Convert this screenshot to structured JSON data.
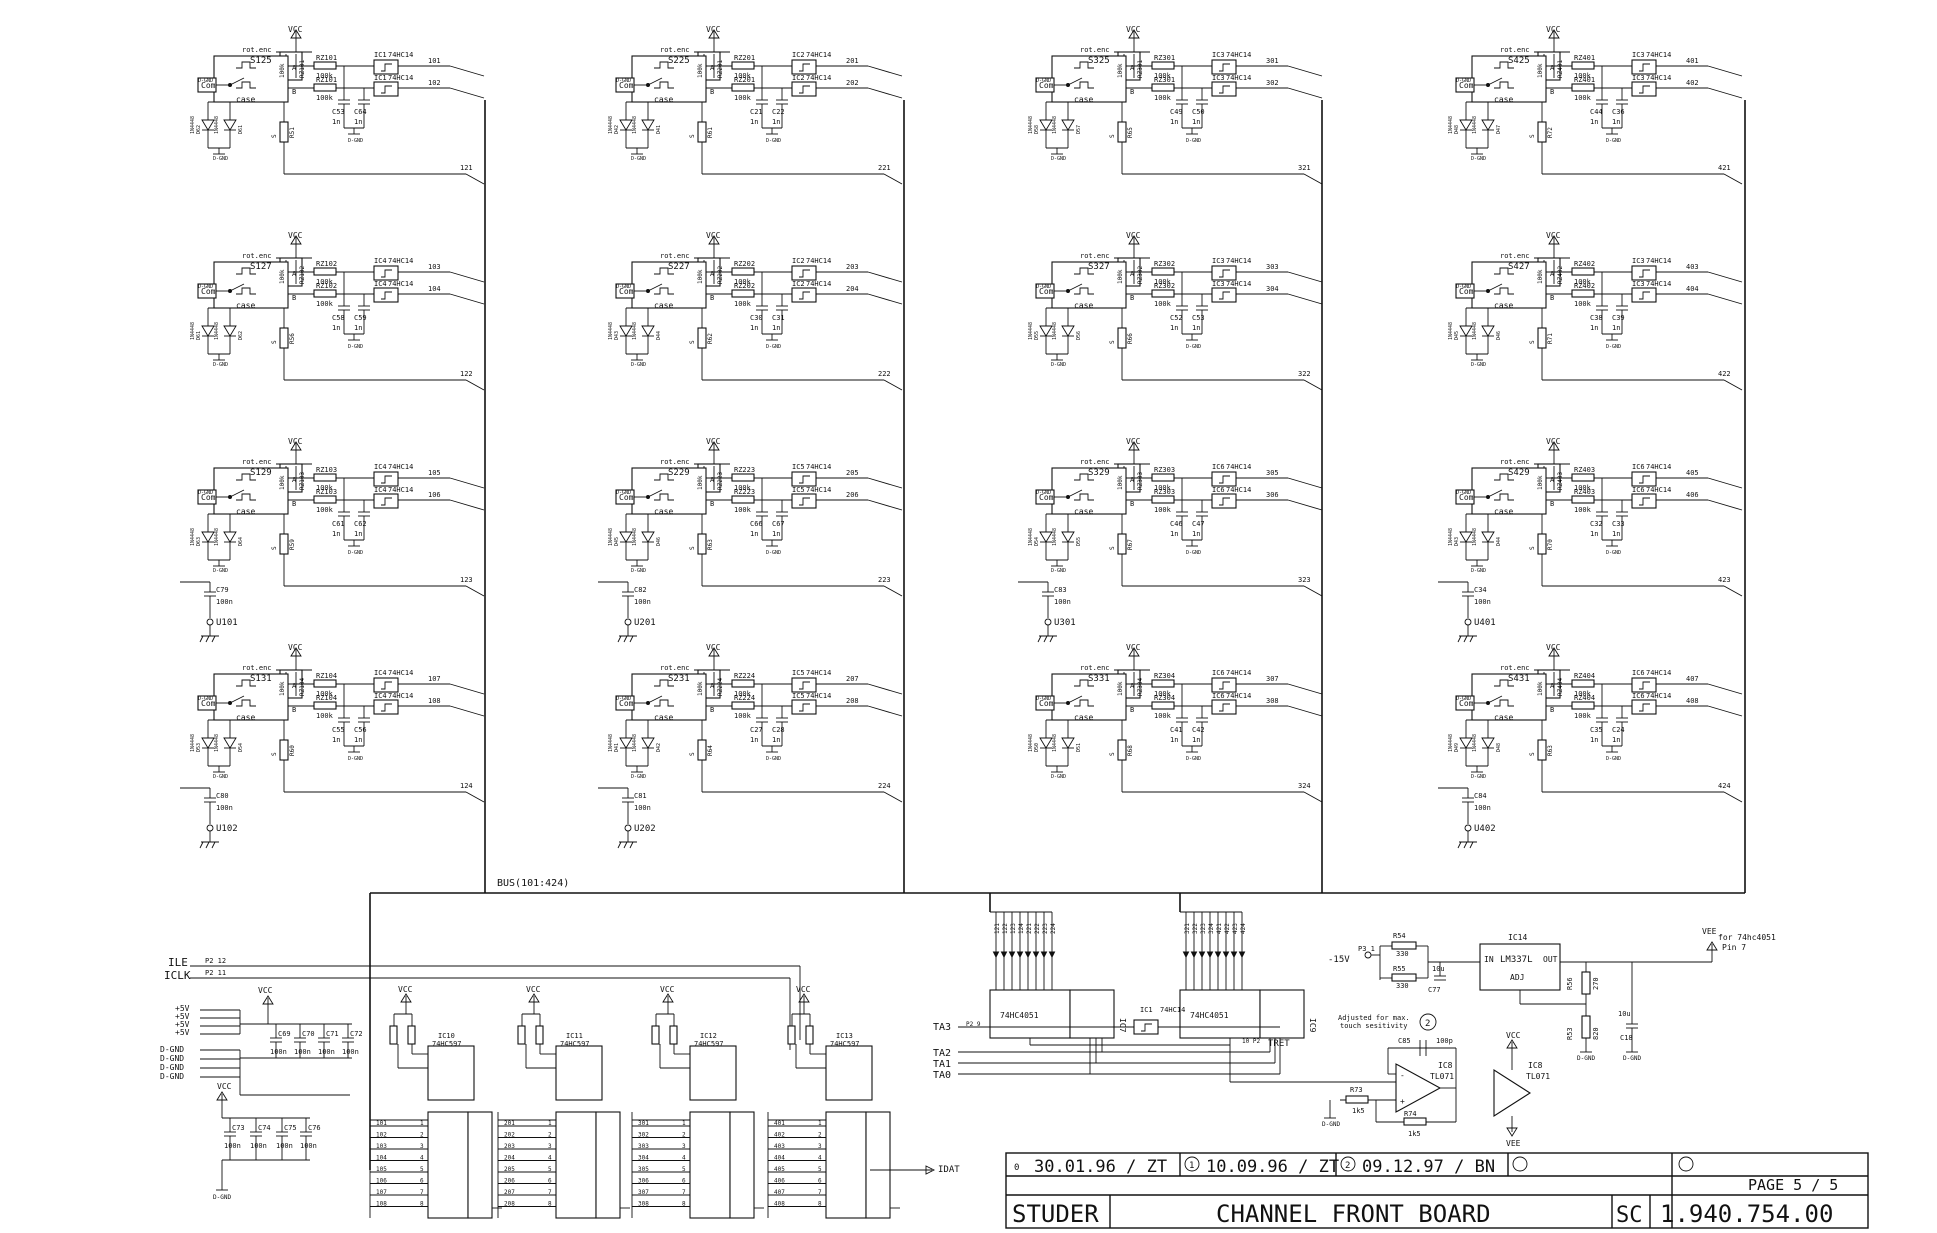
{
  "title_block": {
    "company": "STUDER",
    "board_title": "CHANNEL FRONT BOARD",
    "page": "PAGE 5 / 5",
    "prefix": "SC",
    "doc_number": "1.940.754.00",
    "rev0": "30.01.96 / ZT",
    "rev0_num": "0",
    "rev1": "10.09.96 / ZT",
    "rev1_num": "1",
    "rev2": "09.12.97 / BN",
    "rev2_num": "2"
  },
  "common": {
    "vcc": "VCC",
    "vee": "VEE",
    "gnd": "D-GND",
    "rot_enc": "rot.enc",
    "com": "Com",
    "case": "case",
    "gate_type": "74HC14",
    "res100k": "100k",
    "cap1n": "1n",
    "cap100n": "100n",
    "diode": "1N4448",
    "a": "A",
    "b": "B",
    "s": "S"
  },
  "columns": [
    {
      "bus_label": "BUS(101:424)",
      "channels": [
        {
          "switch": "S125",
          "r_pack1": "RZ101",
          "r_pack2": "RZ101",
          "ic_a": "IC1",
          "ic_b": "IC1",
          "cap1": "C53",
          "cap2": "C64",
          "diode1": "D62",
          "diode2": "D61",
          "res": "R51",
          "out_a": "101",
          "out_b": "102",
          "bus_out": "121"
        },
        {
          "switch": "S127",
          "r_pack1": "RZ102",
          "r_pack2": "RZ102",
          "ic_a": "IC4",
          "ic_b": "IC4",
          "cap1": "C58",
          "cap2": "C59",
          "diode1": "D61",
          "diode2": "D62",
          "res": "R56",
          "out_a": "103",
          "out_b": "104",
          "bus_out": "122"
        },
        {
          "switch": "S129",
          "r_pack1": "RZ103",
          "r_pack2": "RZ103",
          "ic_a": "IC4",
          "ic_b": "IC4",
          "cap1": "C61",
          "cap2": "C62",
          "diode1": "D63",
          "diode2": "D64",
          "res": "R59",
          "out_a": "105",
          "out_b": "106",
          "bus_out": "123",
          "extra_cap": "C79",
          "u_label": "U101"
        },
        {
          "switch": "S131",
          "r_pack1": "RZ104",
          "r_pack2": "RZ104",
          "ic_a": "IC4",
          "ic_b": "IC4",
          "cap1": "C55",
          "cap2": "C56",
          "diode1": "D53",
          "diode2": "D54",
          "res": "R60",
          "out_a": "107",
          "out_b": "108",
          "bus_out": "124",
          "extra_cap": "C80",
          "u_label": "U102"
        }
      ]
    },
    {
      "channels": [
        {
          "switch": "S225",
          "r_pack1": "RZ201",
          "r_pack2": "RZ201",
          "ic_a": "IC2",
          "ic_b": "IC2",
          "cap1": "C21",
          "cap2": "C22",
          "diode1": "D42",
          "diode2": "D41",
          "res": "R61",
          "out_a": "201",
          "out_b": "202",
          "bus_out": "221"
        },
        {
          "switch": "S227",
          "r_pack1": "RZ202",
          "r_pack2": "RZ202",
          "ic_a": "IC2",
          "ic_b": "IC2",
          "cap1": "C30",
          "cap2": "C31",
          "diode1": "D43",
          "diode2": "D44",
          "res": "R62",
          "out_a": "203",
          "out_b": "204",
          "bus_out": "222"
        },
        {
          "switch": "S229",
          "r_pack1": "RZ223",
          "r_pack2": "RZ223",
          "ic_a": "IC5",
          "ic_b": "IC5",
          "cap1": "C66",
          "cap2": "C67",
          "diode1": "D45",
          "diode2": "D46",
          "res": "R63",
          "out_a": "205",
          "out_b": "206",
          "bus_out": "223",
          "extra_cap": "C82",
          "u_label": "U201"
        },
        {
          "switch": "S231",
          "r_pack1": "RZ224",
          "r_pack2": "RZ224",
          "ic_a": "IC5",
          "ic_b": "IC5",
          "cap1": "C27",
          "cap2": "C28",
          "diode1": "D41",
          "diode2": "D42",
          "res": "R64",
          "out_a": "207",
          "out_b": "208",
          "bus_out": "224",
          "extra_cap": "C81",
          "u_label": "U202"
        }
      ]
    },
    {
      "channels": [
        {
          "switch": "S325",
          "r_pack1": "RZ301",
          "r_pack2": "RZ301",
          "ic_a": "IC3",
          "ic_b": "IC3",
          "cap1": "C49",
          "cap2": "C50",
          "diode1": "D58",
          "diode2": "D57",
          "res": "R65",
          "out_a": "301",
          "out_b": "302",
          "bus_out": "321"
        },
        {
          "switch": "S327",
          "r_pack1": "RZ302",
          "r_pack2": "RZ302",
          "ic_a": "IC3",
          "ic_b": "IC3",
          "cap1": "C52",
          "cap2": "C53",
          "diode1": "D55",
          "diode2": "D56",
          "res": "R66",
          "out_a": "303",
          "out_b": "304",
          "bus_out": "322"
        },
        {
          "switch": "S329",
          "r_pack1": "RZ303",
          "r_pack2": "RZ303",
          "ic_a": "IC6",
          "ic_b": "IC6",
          "cap1": "C46",
          "cap2": "C47",
          "diode1": "D54",
          "diode2": "D55",
          "res": "R67",
          "out_a": "305",
          "out_b": "306",
          "bus_out": "323",
          "extra_cap": "C83",
          "u_label": "U301"
        },
        {
          "switch": "S331",
          "r_pack1": "RZ304",
          "r_pack2": "RZ304",
          "ic_a": "IC6",
          "ic_b": "IC6",
          "cap1": "C41",
          "cap2": "C42",
          "diode1": "D50",
          "diode2": "D51",
          "res": "R68",
          "out_a": "307",
          "out_b": "308",
          "bus_out": "324"
        }
      ]
    },
    {
      "channels": [
        {
          "switch": "S425",
          "r_pack1": "RZ401",
          "r_pack2": "RZ401",
          "ic_a": "IC3",
          "ic_b": "IC3",
          "cap1": "C44",
          "cap2": "C36",
          "diode1": "D48",
          "diode2": "D47",
          "res": "R72",
          "out_a": "401",
          "out_b": "402",
          "bus_out": "421"
        },
        {
          "switch": "S427",
          "r_pack1": "RZ402",
          "r_pack2": "RZ402",
          "ic_a": "IC3",
          "ic_b": "IC3",
          "cap1": "C38",
          "cap2": "C39",
          "diode1": "D45",
          "diode2": "D46",
          "res": "R71",
          "out_a": "403",
          "out_b": "404",
          "bus_out": "422"
        },
        {
          "switch": "S429",
          "r_pack1": "RZ403",
          "r_pack2": "RZ403",
          "ic_a": "IC6",
          "ic_b": "IC6",
          "cap1": "C32",
          "cap2": "C33",
          "diode1": "D43",
          "diode2": "D44",
          "res": "R70",
          "out_a": "405",
          "out_b": "406",
          "bus_out": "423",
          "extra_cap": "C34",
          "u_label": "U401"
        },
        {
          "switch": "S431",
          "r_pack1": "RZ404",
          "r_pack2": "RZ404",
          "ic_a": "IC6",
          "ic_b": "IC6",
          "cap1": "C35",
          "cap2": "C24",
          "diode1": "D49",
          "diode2": "D48",
          "res": "R63",
          "out_a": "407",
          "out_b": "408",
          "bus_out": "424",
          "extra_cap": "C84",
          "u_label": "U402"
        }
      ]
    }
  ],
  "shift_registers": [
    {
      "ic": "IC10",
      "pins_in": [
        "101",
        "102",
        "103",
        "104",
        "105",
        "106",
        "107",
        "108"
      ]
    },
    {
      "ic": "IC11",
      "pins_in": [
        "201",
        "202",
        "203",
        "204",
        "205",
        "206",
        "207",
        "208"
      ]
    },
    {
      "ic": "IC12",
      "pins_in": [
        "301",
        "302",
        "303",
        "304",
        "305",
        "306",
        "307",
        "308"
      ]
    },
    {
      "ic": "IC13",
      "pins_in": [
        "401",
        "402",
        "403",
        "404",
        "405",
        "406",
        "407",
        "408"
      ]
    }
  ],
  "shift_register_type": "74HC597",
  "left_section": {
    "ile": "ILE",
    "iclk": "ICLK",
    "p2_12": "P2 12",
    "p2_11": "P2 11",
    "supplies": [
      "+5V",
      "+5V",
      "+5V",
      "+5V"
    ],
    "gnds": [
      "D-GND",
      "D-GND",
      "D-GND",
      "D-GND"
    ],
    "caps_row1": [
      "C69",
      "C70",
      "C71",
      "C72"
    ],
    "caps_row2": [
      "C73",
      "C74",
      "C75",
      "C76"
    ]
  },
  "mux": {
    "mux1_type": "74HC4051",
    "mux1_ic": "IC7",
    "mux2_type": "74HC4051",
    "mux2_ic": "IC9",
    "mux1_pins": [
      "121",
      "122",
      "123",
      "124",
      "221",
      "222",
      "223",
      "224"
    ],
    "mux2_pins": [
      "321",
      "322",
      "323",
      "324",
      "421",
      "422",
      "423",
      "424"
    ],
    "inverter_ic": "IC1",
    "inverter_type": "74HC14",
    "ta3": "TA3",
    "ta2": "TA2",
    "ta1": "TA1",
    "ta0": "TA0",
    "tret": "TRET",
    "idat": "IDAT",
    "p2_9": "P2 9",
    "p2_10": "10 P2"
  },
  "regulator": {
    "ic": "IC14",
    "type": "LM337L",
    "in": "IN",
    "out": "OUT",
    "adj": "ADJ",
    "minus15": "-15V",
    "p3": "P3 1",
    "r54": "R54",
    "r54v": "330",
    "r55": "R55",
    "r55v": "330",
    "c77": "C77",
    "c77v": "10u",
    "r56": "R56",
    "r56v": "270",
    "r53": "R53",
    "r53v": "820",
    "c18": "C18",
    "c18v": "10u",
    "vee_note": "VEE",
    "vee_note2": "for 74hc4051",
    "vee_note3": "Pin 7"
  },
  "opamp": {
    "note1": "Adjusted for max.",
    "note2": "touch sesitivity",
    "circle": "2",
    "ic": "IC8",
    "type": "TL071",
    "c85": "C85",
    "c85v": "100p",
    "r73": "R73",
    "r73v": "1k5",
    "r74": "R74",
    "r74v": "1k5",
    "ic8b": "IC8",
    "ic8b_type": "TL071"
  }
}
